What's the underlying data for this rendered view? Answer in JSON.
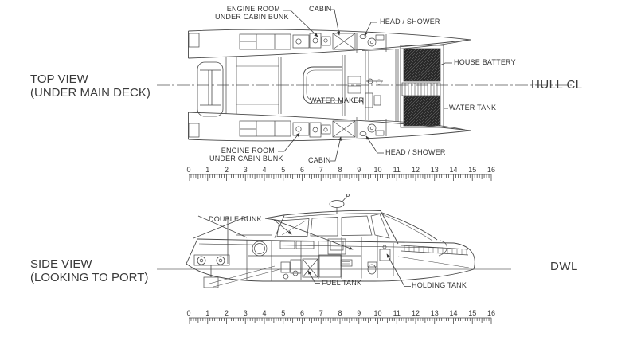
{
  "top_view": {
    "title": [
      "TOP VIEW",
      "(UNDER MAIN DECK)"
    ],
    "axis_label": "HULL CL",
    "labels": {
      "engine_room_top_1": "ENGINE ROOM",
      "engine_room_top_2": "UNDER CABIN BUNK",
      "cabin_top": "CABIN",
      "head_shower_top": "HEAD / SHOWER",
      "house_battery": "HOUSE BATTERY",
      "water_maker": "WATER MAKER",
      "water_tank": "WATER TANK",
      "engine_room_bottom_1": "ENGINE ROOM",
      "engine_room_bottom_2": "UNDER CABIN BUNK",
      "cabin_bottom": "CABIN",
      "head_shower_bottom": "HEAD / SHOWER"
    }
  },
  "side_view": {
    "title": [
      "SIDE VIEW",
      "(LOOKING TO PORT)"
    ],
    "axis_label": "DWL",
    "labels": {
      "double_bunk": "DOUBLE BUNK",
      "fuel_tank": "FUEL TANK",
      "holding_tank": "HOLDING TANK"
    }
  },
  "rulers": {
    "numbers": [
      "0",
      "1",
      "2",
      "3",
      "4",
      "5",
      "6",
      "7",
      "8",
      "9",
      "10",
      "11",
      "12",
      "13",
      "14",
      "15",
      "16"
    ],
    "subdivisions": 8
  },
  "colors": {
    "background": "#ffffff",
    "line": "#474747",
    "text": "#3a3a3a",
    "tank_fill": "#2a2a2a"
  }
}
